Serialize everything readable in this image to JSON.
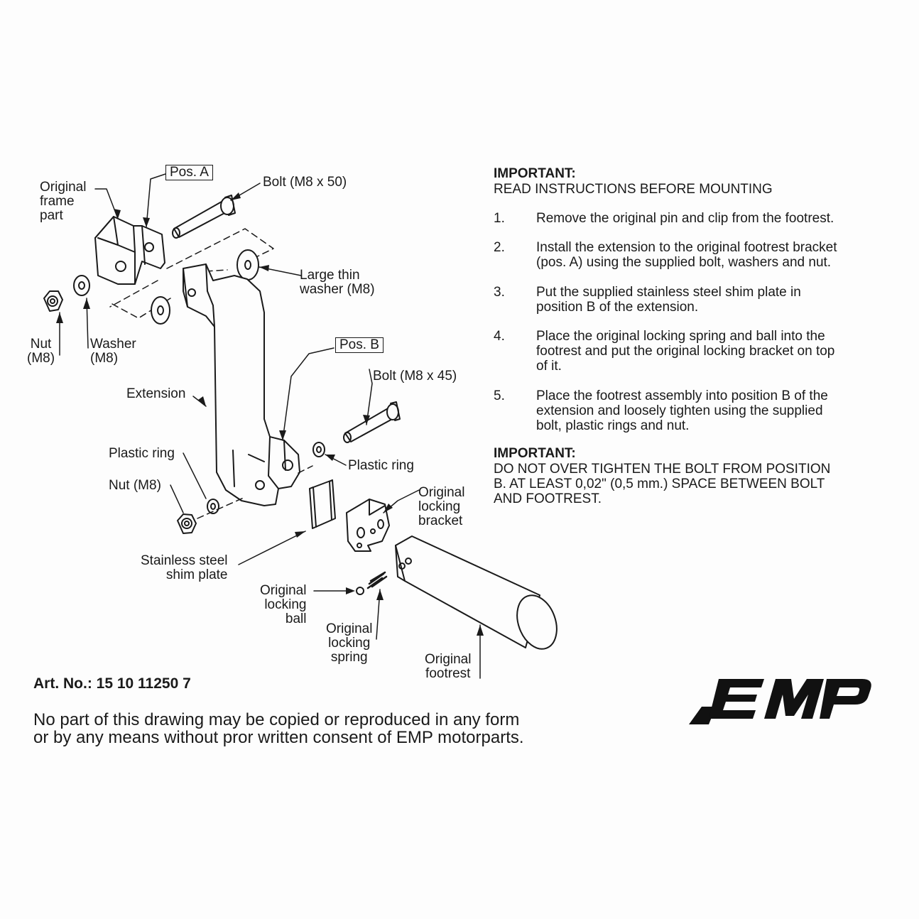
{
  "labels": {
    "original_frame_part": "Original\nframe\npart",
    "pos_a": "Pos. A",
    "bolt_50": "Bolt (M8 x 50)",
    "large_washer": "Large thin\nwasher (M8)",
    "nut_top": "Nut\n(M8)",
    "washer": "Washer\n(M8)",
    "extension": "Extension",
    "pos_b": "Pos. B",
    "bolt_45": "Bolt (M8 x 45)",
    "plastic_ring_left": "Plastic ring",
    "plastic_ring_right": "Plastic ring",
    "nut_bottom": "Nut (M8)",
    "locking_bracket": "Original\nlocking\nbracket",
    "shim_plate": "Stainless steel\nshim plate",
    "locking_ball": "Original\nlocking\nball",
    "locking_spring": "Original\nlocking\nspring",
    "footrest": "Original\nfootrest"
  },
  "instructions": {
    "heading1": "IMPORTANT:",
    "subheading1": "READ INSTRUCTIONS BEFORE MOUNTING",
    "steps": [
      {
        "num": "1.",
        "text": "Remove the original pin and clip from the footrest."
      },
      {
        "num": "2.",
        "text": "Install the extension to the original footrest bracket\n(pos. A) using the supplied bolt, washers and nut."
      },
      {
        "num": "3.",
        "text": "Put the supplied stainless steel shim plate in\nposition B of the extension."
      },
      {
        "num": "4.",
        "text": "Place the original locking spring and ball into the\nfootrest and put the original locking bracket on top\nof it."
      },
      {
        "num": "5.",
        "text": "Place the footrest assembly into position B of the\nextension and loosely tighten using the supplied\nbolt, plastic rings and nut."
      }
    ],
    "heading2": "IMPORTANT:",
    "warning": "DO NOT OVER TIGHTEN THE BOLT FROM POSITION\nB. AT LEAST 0,02\" (0,5 mm.) SPACE BETWEEN BOLT\nAND FOOTREST."
  },
  "article_number": "Art. No.: 15 10 11250 7",
  "copyright": "No part of this drawing may be copied or reproduced in any form\nor by any means without pror written consent of EMP motorparts.",
  "logo_text": "EMP"
}
